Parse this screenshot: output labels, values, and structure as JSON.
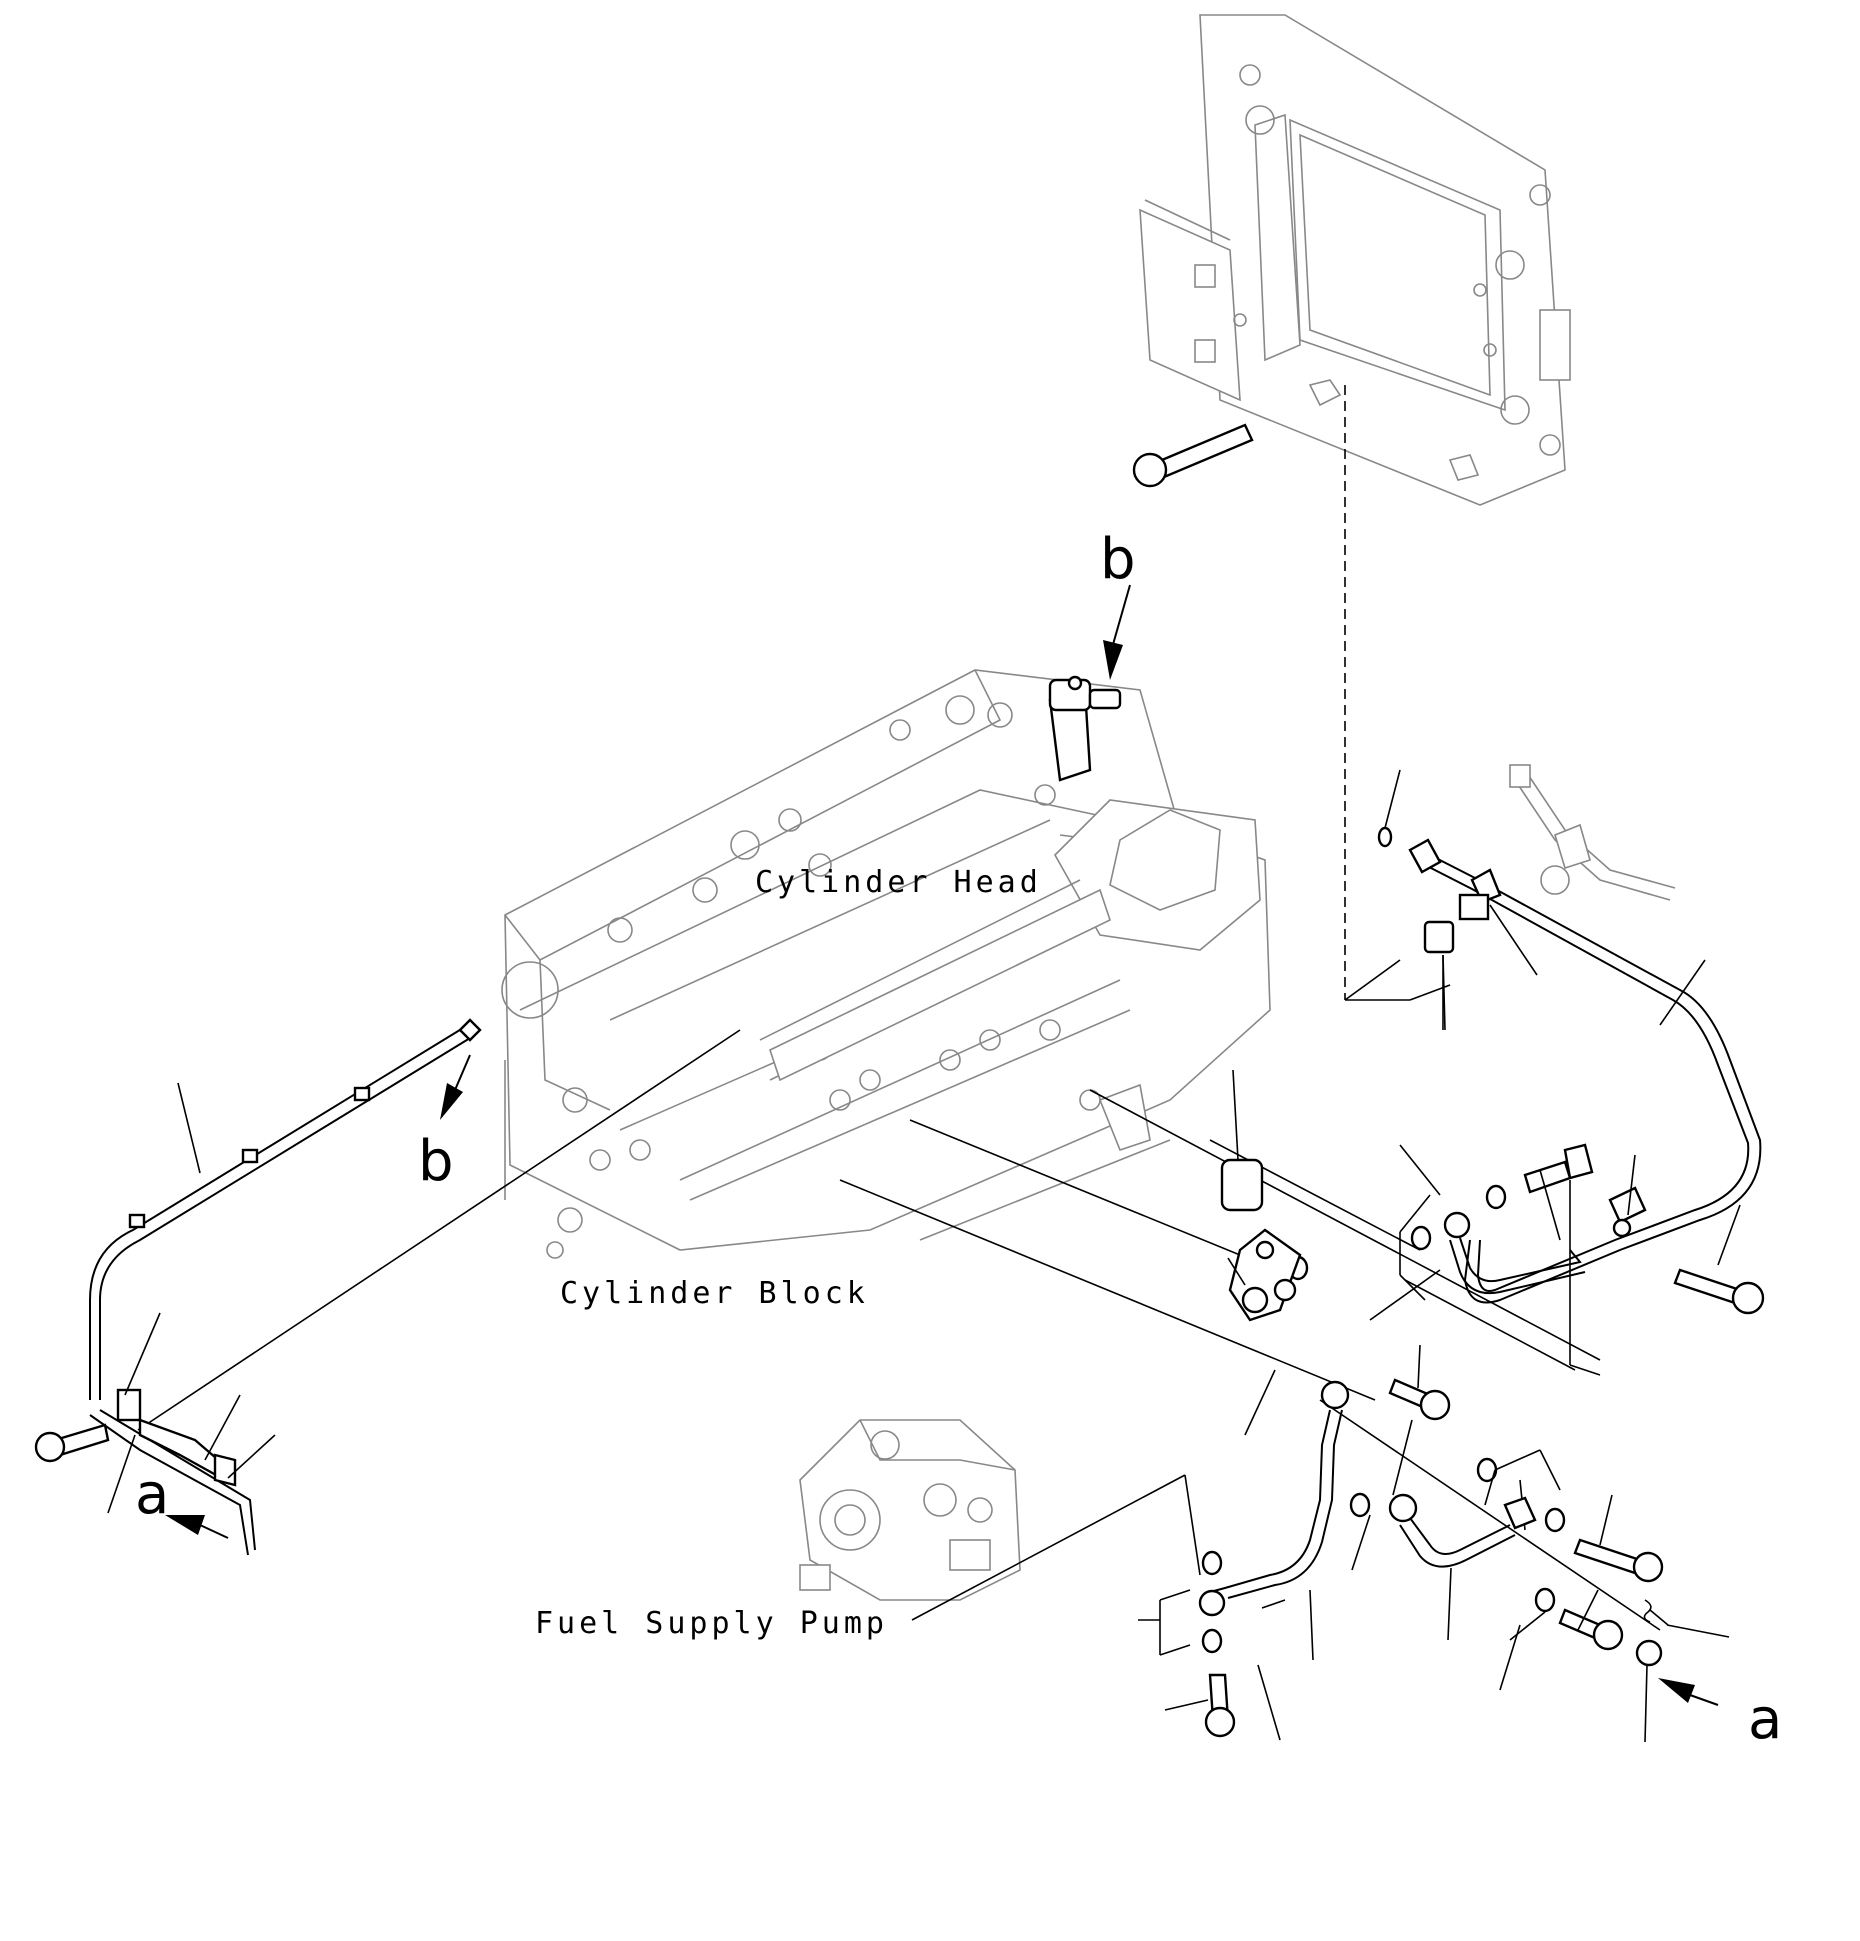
{
  "labels": {
    "cylinder_head": "Cylinder Head",
    "cylinder_block": "Cylinder Block",
    "fuel_supply_pump": "Fuel Supply Pump"
  },
  "markers": {
    "a_left": "a",
    "a_right": "a",
    "b_top": "b",
    "b_left": "b"
  },
  "icons": [
    "ecu-mounting-bracket-icon",
    "engine-block-icon",
    "fuel-supply-pump-icon",
    "injector-icon",
    "fuel-pipe-icon",
    "bolt-icon",
    "washer-icon",
    "clamp-icon",
    "spacer-icon"
  ]
}
